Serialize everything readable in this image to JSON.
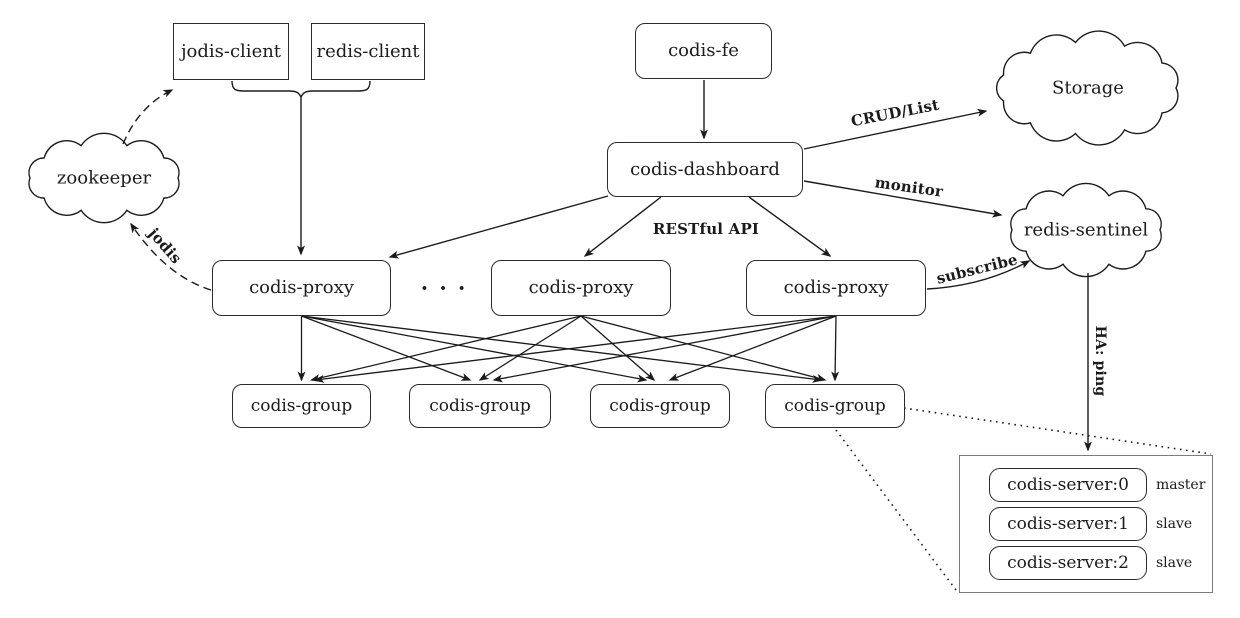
{
  "nodes": {
    "jodis_client": "jodis-client",
    "redis_client": "redis-client",
    "codis_fe": "codis-fe",
    "codis_dashboard": "codis-dashboard",
    "zookeeper": "zookeeper",
    "storage": "Storage",
    "redis_sentinel": "redis-sentinel",
    "proxies": [
      "codis-proxy",
      "codis-proxy",
      "codis-proxy"
    ],
    "ellipsis": "· · ·",
    "groups": [
      "codis-group",
      "codis-group",
      "codis-group",
      "codis-group"
    ],
    "servers": [
      {
        "name": "codis-server:0",
        "role": "master"
      },
      {
        "name": "codis-server:1",
        "role": "slave"
      },
      {
        "name": "codis-server:2",
        "role": "slave"
      }
    ]
  },
  "edge_labels": {
    "crud_list": "CRUD/List",
    "monitor": "monitor",
    "restful_api": "RESTful API",
    "subscribe": "subscribe",
    "jodis": "jodis",
    "ha_ping": "HA: ping"
  },
  "colors": {
    "stroke": "#1b1b1b",
    "frame_border": "#7d7d7d",
    "background": "#ffffff"
  }
}
